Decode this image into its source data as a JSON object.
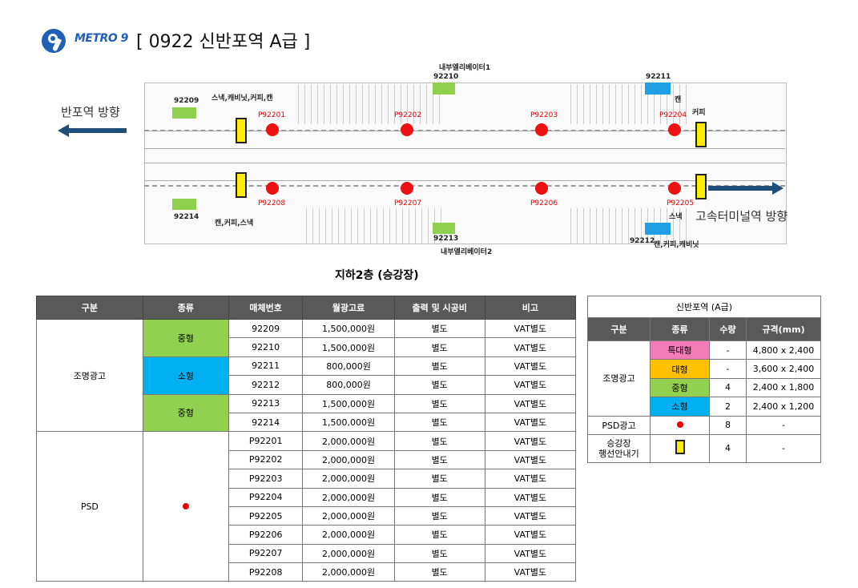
{
  "header": {
    "brand": "METRO 9",
    "title": "[ 0922  신반포역 A급 ]",
    "colors": {
      "brand": "#1f5fb5"
    }
  },
  "map": {
    "caption": "지하2층 (승강장)",
    "direction_left": "반포역 방향",
    "direction_right": "고속터미널역 방향",
    "elevator_top": "내부엘리베이터1",
    "elevator_bottom": "내부엘리베이터2",
    "ad_codes": {
      "a92209": "92209",
      "a92210": "92210",
      "a92211": "92211",
      "a92212": "92212",
      "a92213": "92213",
      "a92214": "92214"
    },
    "psd_codes": {
      "p1": "P92201",
      "p2": "P92202",
      "p3": "P92203",
      "p4": "P92204",
      "p5": "P92205",
      "p6": "P92206",
      "p7": "P92207",
      "p8": "P92208"
    },
    "shop_labels": {
      "top_left": "스낵,캐비닛,커피,캔",
      "top_right_a": "캔",
      "top_right_b": "커피",
      "bottom_left": "캔,커피,스낵",
      "bottom_right_a": "스낵",
      "bottom_right_b": "캔,커피,캐비닛"
    }
  },
  "main_table": {
    "headers": [
      "구분",
      "종류",
      "매체번호",
      "월광고료",
      "출력 및 시공비",
      "비고"
    ],
    "group1_label": "조명광고",
    "group2_label": "PSD",
    "type_medium": "중형",
    "type_small": "소형",
    "rows": [
      {
        "code": "92209",
        "fee": "1,500,000원",
        "print": "별도",
        "note": "VAT별도"
      },
      {
        "code": "92210",
        "fee": "1,500,000원",
        "print": "별도",
        "note": "VAT별도"
      },
      {
        "code": "92211",
        "fee": "800,000원",
        "print": "별도",
        "note": "VAT별도"
      },
      {
        "code": "92212",
        "fee": "800,000원",
        "print": "별도",
        "note": "VAT별도"
      },
      {
        "code": "92213",
        "fee": "1,500,000원",
        "print": "별도",
        "note": "VAT별도"
      },
      {
        "code": "92214",
        "fee": "1,500,000원",
        "print": "별도",
        "note": "VAT별도"
      },
      {
        "code": "P92201",
        "fee": "2,000,000원",
        "print": "별도",
        "note": "VAT별도"
      },
      {
        "code": "P92202",
        "fee": "2,000,000원",
        "print": "별도",
        "note": "VAT별도"
      },
      {
        "code": "P92203",
        "fee": "2,000,000원",
        "print": "별도",
        "note": "VAT별도"
      },
      {
        "code": "P92204",
        "fee": "2,000,000원",
        "print": "별도",
        "note": "VAT별도"
      },
      {
        "code": "P92205",
        "fee": "2,000,000원",
        "print": "별도",
        "note": "VAT별도"
      },
      {
        "code": "P92206",
        "fee": "2,000,000원",
        "print": "별도",
        "note": "VAT별도"
      },
      {
        "code": "P92207",
        "fee": "2,000,000원",
        "print": "별도",
        "note": "VAT별도"
      },
      {
        "code": "P92208",
        "fee": "2,000,000원",
        "print": "별도",
        "note": "VAT별도"
      }
    ]
  },
  "side_table": {
    "title": "신반포역 (A급)",
    "headers": [
      "구분",
      "종류",
      "수량",
      "규격(mm)"
    ],
    "group1_label": "조명광고",
    "rows": [
      {
        "type": "특대형",
        "qty": "-",
        "size": "4,800 x 2,400",
        "color": "#f27bb8"
      },
      {
        "type": "대형",
        "qty": "-",
        "size": "3,600 x 2,400",
        "color": "#ffc000"
      },
      {
        "type": "중형",
        "qty": "4",
        "size": "2,400 x 1,800",
        "color": "#92d050"
      },
      {
        "type": "소형",
        "qty": "2",
        "size": "2,400 x 1,200",
        "color": "#00b0f0"
      }
    ],
    "psd_label": "PSD광고",
    "psd_qty": "8",
    "psd_size": "-",
    "guide_label_1": "승강장",
    "guide_label_2": "행선안내기",
    "guide_qty": "4",
    "guide_size": "-"
  }
}
